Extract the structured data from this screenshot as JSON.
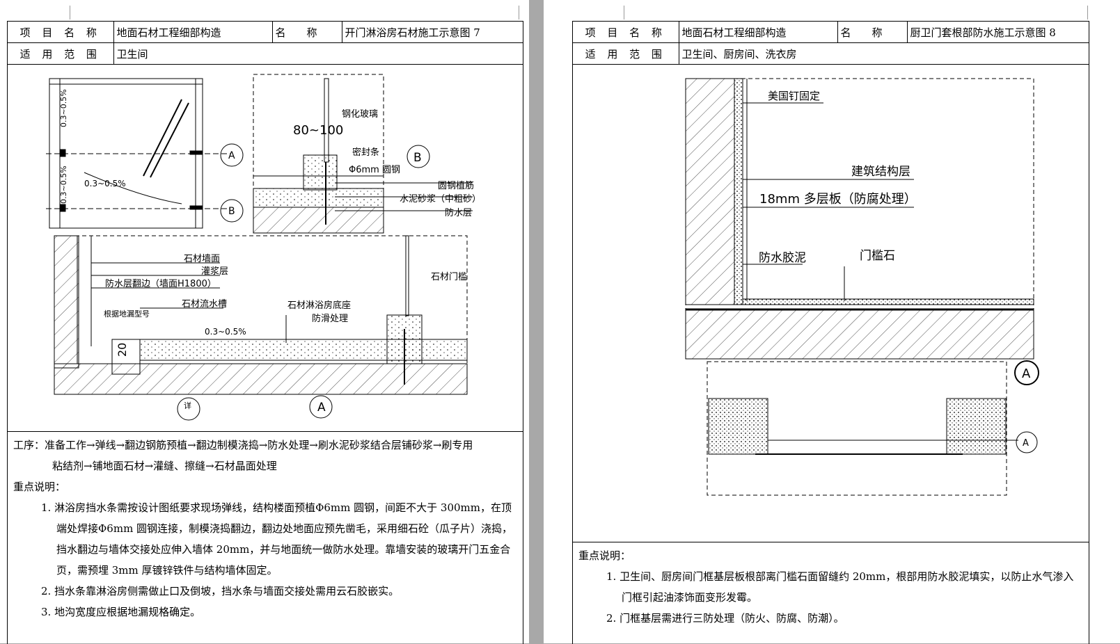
{
  "left": {
    "header": {
      "project_label": "项 目 名 称",
      "project_value": "地面石材工程细部构造",
      "name_label": "名　　称",
      "name_value": "开门淋浴房石材施工示意图 7",
      "scope_label": "适 用 范 围",
      "scope_value": "卫生间"
    },
    "drawing": {
      "plan_slope_top": "0.3~0.5%",
      "plan_slope_bottom": "0.3~0.5%",
      "plan_slope_floor": "0.3~0.5%",
      "marker_a": "A",
      "marker_b": "B",
      "detail_dim": "80~100",
      "label_glass": "钢化玻璃",
      "label_seal": "密封条",
      "label_rod": "Φ6mm 圆钢",
      "label_rebar": "圆钢植筋",
      "label_mortar": "水泥砂浆（中粗砂）",
      "label_waterproof": "防水层",
      "detail_b": "B",
      "label_wall_stone": "石材墙面",
      "label_grout": "灌浆层",
      "label_wp_up": "防水层翻边（墙面H1800）",
      "label_channel": "石材流水槽",
      "label_drain": "根据地漏型号",
      "label_dim20": "20",
      "label_base": "石材淋浴房底座",
      "label_antislip": "防滑处理",
      "label_threshold": "石材门槛",
      "section_slope": "0.3~0.5%",
      "detail_a": "A",
      "detail_ref": "详"
    },
    "notes": {
      "process_1": "工序：准备工作→弹线→翻边钢筋预植→翻边制模浇捣→防水处理→刷水泥砂浆结合层铺砂浆→刷专用",
      "process_2": "粘结剂→铺地面石材→灌缝、擦缝→石材晶面处理",
      "key_title": "重点说明：",
      "items": [
        "1.  淋浴房挡水条需按设计图纸要求现场弹线，结构楼面预植Φ6mm 圆钢，间距不大于 300mm，在顶端处焊接Φ6mm 圆钢连接，制模浇捣翻边，翻边处地面应预先凿毛，采用细石砼（瓜子片）浇捣，挡水翻边与墙体交接处应伸入墙体 20mm，并与地面统一做防水处理。靠墙安装的玻璃开门五金合页，需预埋 3mm 厚镀锌铁件与结构墙体固定。",
        "2.  挡水条靠淋浴房侧需做止口及倒坡，挡水条与墙面交接处需用云石胶嵌实。",
        "3.  地沟宽度应根据地漏规格确定。"
      ]
    }
  },
  "right": {
    "header": {
      "project_label": "项 目 名 称",
      "project_value": "地面石材工程细部构造",
      "name_label": "名　　称",
      "name_value": "厨卫门套根部防水施工示意图 8",
      "scope_label": "适 用 范 围",
      "scope_value": "卫生间、厨房间、洗衣房"
    },
    "drawing": {
      "label_nail": "美国钉固定",
      "label_structure": "建筑结构层",
      "label_board": "18mm 多层板（防腐处理）",
      "label_sealant": "防水胶泥",
      "label_threshold": "门槛石",
      "marker_a": "A",
      "plan_marker": "A"
    },
    "notes": {
      "key_title": "重点说明：",
      "items": [
        "1.  卫生间、厨房间门框基层板根部离门槛石面留缝约 20mm，根部用防水胶泥填实，以防止水气渗入门框引起油漆饰面变形发霉。",
        "2.  门框基层需进行三防处理（防火、防腐、防潮）。"
      ]
    }
  }
}
